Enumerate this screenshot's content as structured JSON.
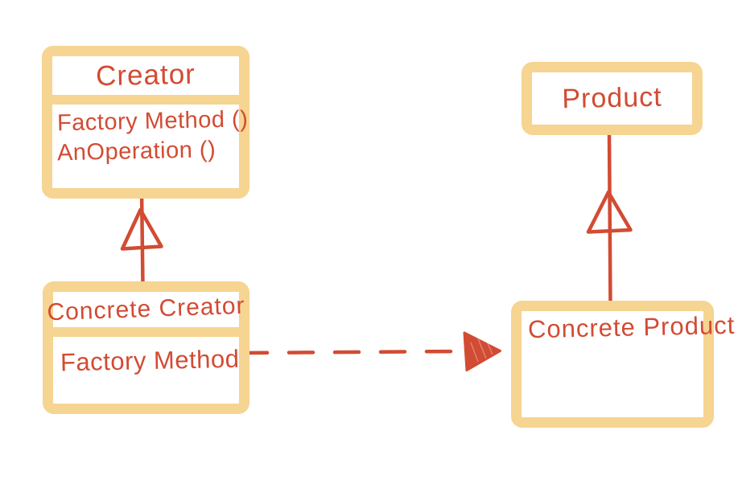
{
  "diagram": {
    "kind": "uml-class-diagram",
    "classes": {
      "creator": {
        "name": "Creator",
        "methods": [
          "Factory Method ()",
          "AnOperation ()"
        ]
      },
      "concrete_creator": {
        "name": "Concrete Creator",
        "methods": [
          "Factory Method"
        ]
      },
      "product": {
        "name": "Product",
        "methods": []
      },
      "concrete_product": {
        "name": "Concrete Product",
        "methods": []
      }
    },
    "relations": [
      {
        "from": "Concrete Creator",
        "to": "Creator",
        "type": "inheritance"
      },
      {
        "from": "Concrete Product",
        "to": "Product",
        "type": "inheritance"
      },
      {
        "from": "Concrete Creator",
        "to": "Concrete Product",
        "type": "creates (dashed arrow)"
      }
    ],
    "colors": {
      "box_border": "#F6D491",
      "ink": "#D24B33",
      "background": "#FFFFFF"
    }
  }
}
